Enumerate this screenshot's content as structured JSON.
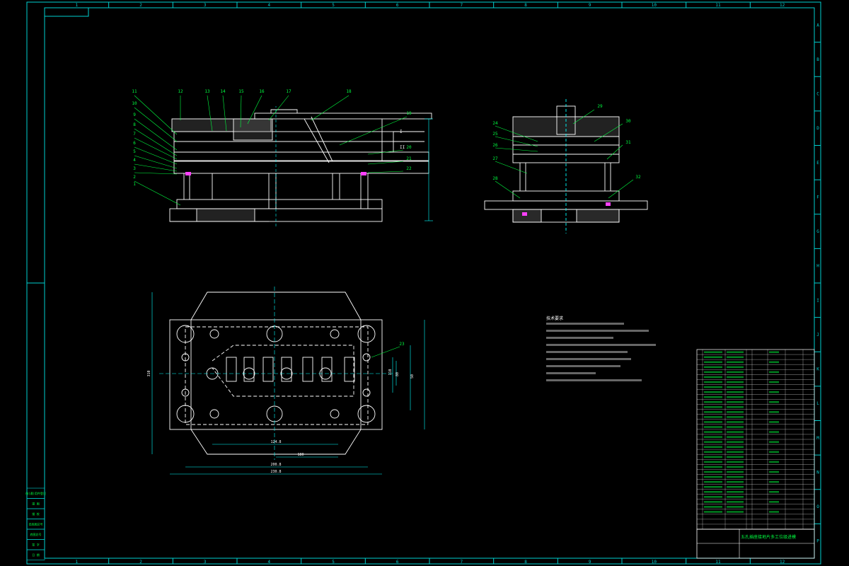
{
  "border": {
    "columns": [
      "1",
      "2",
      "3",
      "4",
      "5",
      "6",
      "7",
      "8",
      "9",
      "10",
      "11",
      "12"
    ],
    "rows": [
      "A",
      "B",
      "C",
      "D",
      "E",
      "F",
      "G",
      "H",
      "I",
      "J",
      "K",
      "L",
      "M",
      "N",
      "O",
      "P"
    ]
  },
  "front_view": {
    "callouts": [
      "11",
      "12",
      "13",
      "14",
      "15",
      "16",
      "17",
      "18",
      "10",
      "9",
      "8",
      "7",
      "6",
      "5",
      "4",
      "3",
      "2",
      "1",
      "19",
      "20",
      "21",
      "22"
    ],
    "section_marks": [
      "I",
      "II"
    ]
  },
  "side_view": {
    "callouts": [
      "24",
      "25",
      "26",
      "27",
      "28",
      "29",
      "30",
      "31",
      "32"
    ]
  },
  "plan_view": {
    "callouts": [
      "23"
    ],
    "dims": [
      "110",
      "80",
      "50",
      "124.8",
      "180",
      "200.8",
      "230.8",
      "310"
    ]
  },
  "notes": {
    "title": "技术要求"
  },
  "title_block": {
    "drawing_title": "五孔插座接地片多工位级进模",
    "left_stamp": [
      "借(通)用件登记",
      "描 图",
      "描 校",
      "旧底图总号",
      "底图总号",
      "签 字",
      "日 期"
    ]
  },
  "colors": {
    "frame": "#00d0d0",
    "line": "#ffffff",
    "callout": "#00ff40",
    "accent": "#ff40ff",
    "dim": "#00ffff"
  }
}
